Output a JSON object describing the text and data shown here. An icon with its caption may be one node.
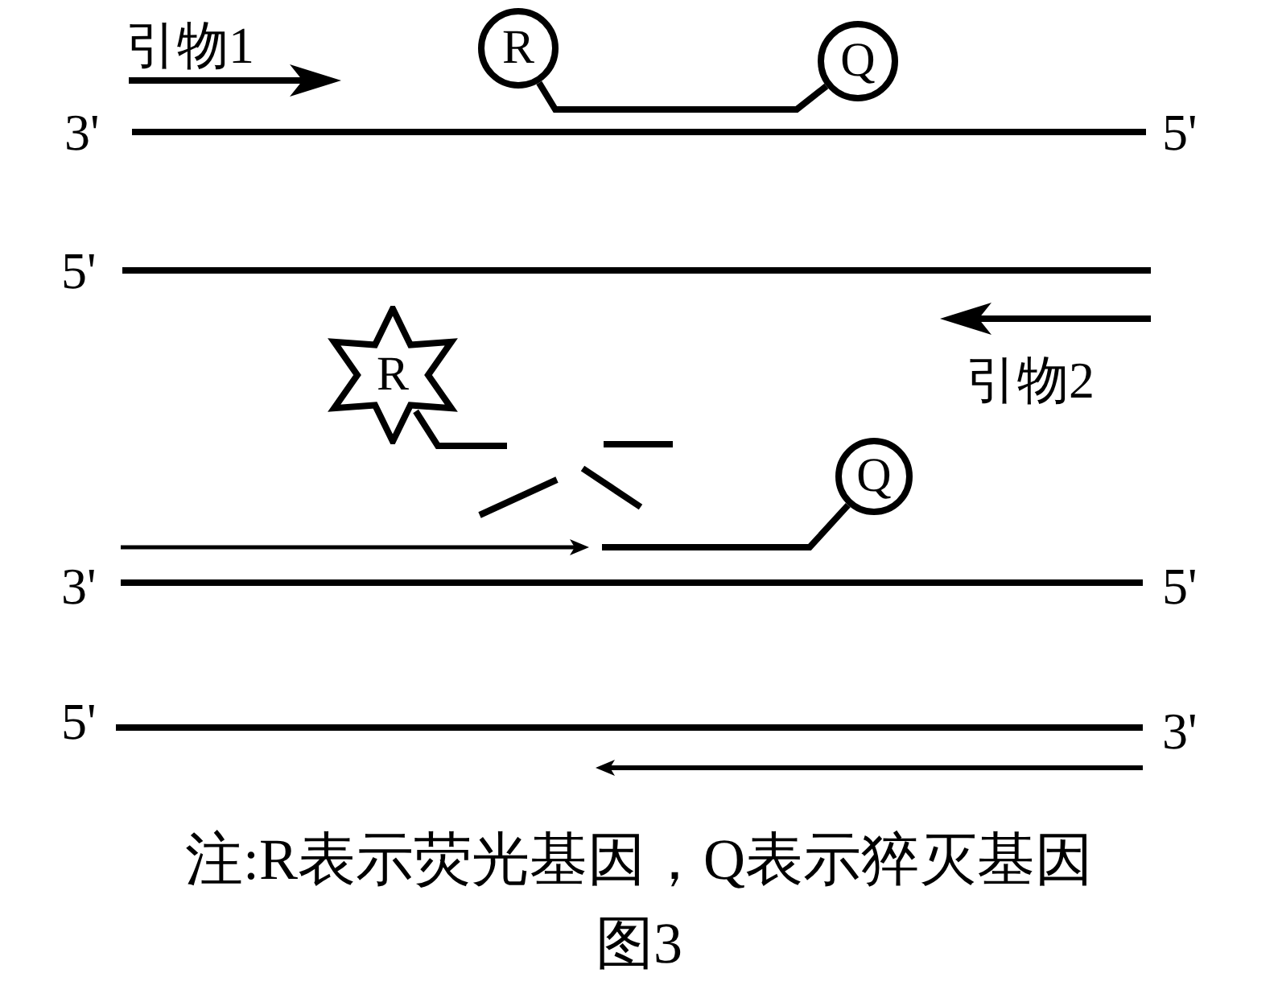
{
  "diagram": {
    "caption": "图3",
    "nodes": [
      {
        "text": [
          "R"
        ]
      },
      {
        "text": [
          "Q"
        ]
      },
      {
        "text": [
          "R"
        ]
      },
      {
        "text": [
          "Q"
        ]
      }
    ],
    "edges": [
      {
        "from": 0,
        "to": 1,
        "arrow": "none"
      },
      {
        "from": 2,
        "to": null,
        "arrow": "none"
      },
      {
        "from": 3,
        "to": null,
        "arrow": "none"
      }
    ],
    "labels": [
      "引物1",
      "3'",
      "5'",
      "5'",
      "引物2",
      "3'",
      "5'",
      "5'",
      "3'",
      "注:R表示荧光基因，Q表示猝灭基因"
    ]
  }
}
